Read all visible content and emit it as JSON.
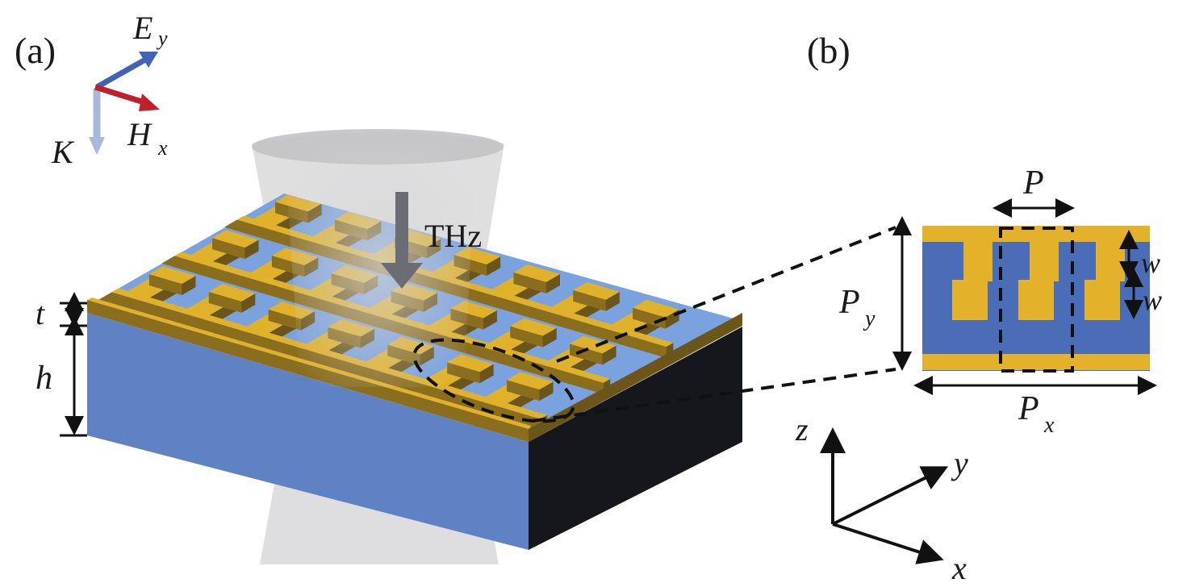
{
  "panels": {
    "a": {
      "label": "(a)",
      "polarization": {
        "e_field": {
          "symbol": "E",
          "subscript": "y",
          "color": "#3f63b8"
        },
        "h_field": {
          "symbol": "H",
          "subscript": "x",
          "color": "#c0202c"
        },
        "k_vector": {
          "symbol": "K",
          "color": "#a9b9dc"
        }
      },
      "beam_label": "THz",
      "dimensions": {
        "thickness": "t",
        "height": "h"
      },
      "materials": {
        "metal_color": "#e0b22c",
        "metal_shadow": "#8a6e1e",
        "substrate_color": "#5f82c4",
        "substrate_dark": "#15171c",
        "gap_color": "#7aa2de",
        "beam_color": "#cfcfd1"
      }
    },
    "b": {
      "label": "(b)",
      "dimensions": {
        "period": "P",
        "period_x": {
          "symbol": "P",
          "subscript": "x"
        },
        "period_y": {
          "symbol": "P",
          "subscript": "y"
        },
        "width_1": "w",
        "width_2": "w"
      },
      "axes": {
        "z": "z",
        "y": "y",
        "x": "x"
      }
    }
  }
}
